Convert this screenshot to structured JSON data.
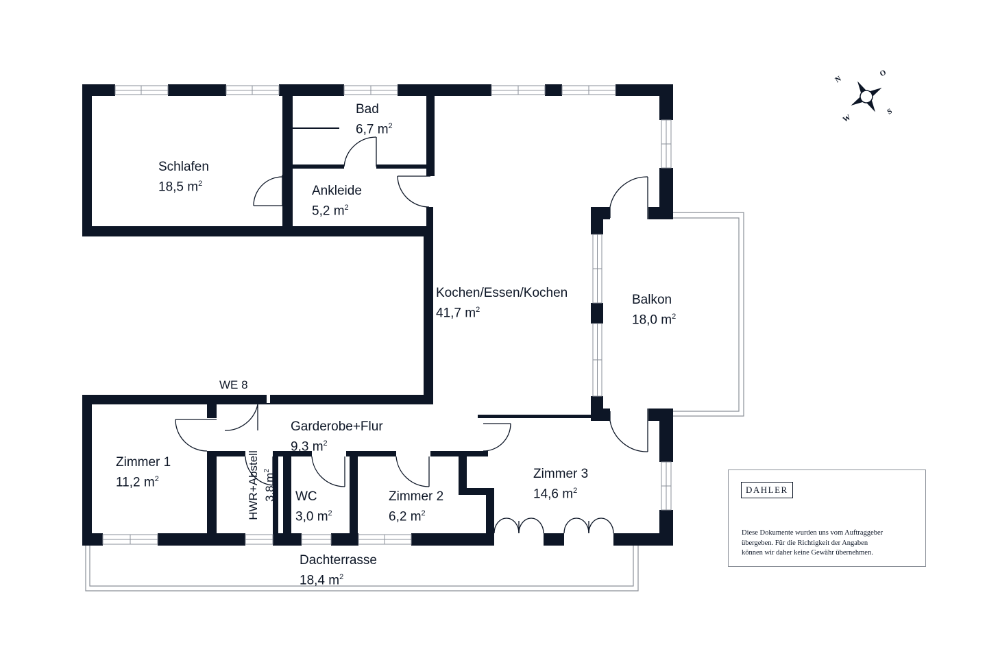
{
  "rooms": {
    "schlafen": {
      "name": "Schlafen",
      "area": "18,5 m",
      "unit_sup": "2"
    },
    "bad": {
      "name": "Bad",
      "area": "6,7 m",
      "unit_sup": "2"
    },
    "ankleide": {
      "name": "Ankleide",
      "area": "5,2 m",
      "unit_sup": "2"
    },
    "kochen": {
      "name": "Kochen/Essen/Kochen",
      "area": "41,7 m",
      "unit_sup": "2"
    },
    "balkon": {
      "name": "Balkon",
      "area": "18,0 m",
      "unit_sup": "2"
    },
    "garderobe": {
      "name": "Garderobe+Flur",
      "area": "9,3 m",
      "unit_sup": "2"
    },
    "zimmer1": {
      "name": "Zimmer 1",
      "area": "11,2 m",
      "unit_sup": "2"
    },
    "hwr": {
      "name": "HWR+Abstell",
      "area": "3,8 m",
      "unit_sup": "2"
    },
    "wc": {
      "name": "WC",
      "area": "3,0 m",
      "unit_sup": "2"
    },
    "zimmer2": {
      "name": "Zimmer 2",
      "area": "6,2 m",
      "unit_sup": "2"
    },
    "zimmer3": {
      "name": "Zimmer 3",
      "area": "14,6 m",
      "unit_sup": "2"
    },
    "dachterrasse": {
      "name": "Dachterrasse",
      "area": "18,4 m",
      "unit_sup": "2"
    }
  },
  "entrance": {
    "label": "WE 8"
  },
  "compass": {
    "n": "N",
    "o": "O",
    "s": "S",
    "w": "W"
  },
  "brand": {
    "logo": "DAHLER"
  },
  "disclaimer": {
    "line1": "Diese Dokumente wurden uns vom Auftraggeber",
    "line2": "übergeben. Für die Richtigkeit der Angaben",
    "line3": "können wir daher keine Gewähr übernehmen."
  },
  "colors": {
    "wall": "#0d1626",
    "outline": "#8a8f98",
    "background": "#ffffff"
  }
}
